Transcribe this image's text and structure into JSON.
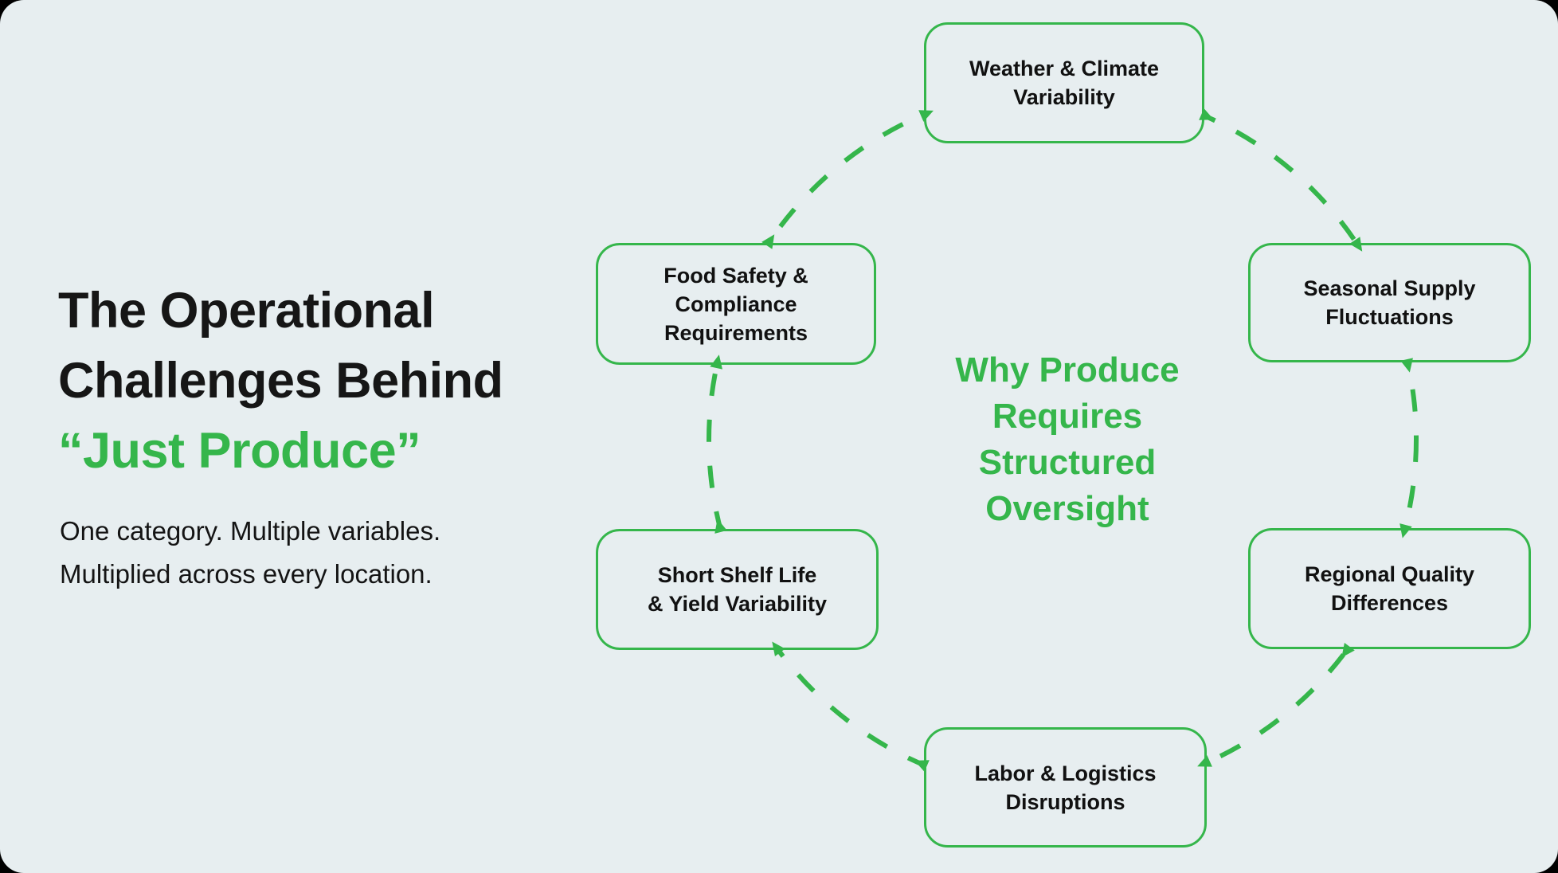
{
  "colors": {
    "background": "#e7eef0",
    "accent_green": "#35b64b",
    "title_black": "#161616",
    "box_text": "#111111"
  },
  "left_panel": {
    "title_lines": [
      "The Operational",
      "Challenges Behind",
      "“Just Produce”"
    ],
    "subtitle_lines": [
      "One category. Multiple variables.",
      "Multiplied across every location."
    ]
  },
  "diagram": {
    "center_title_lines": [
      "Why Produce",
      "Requires",
      "Structured",
      "Oversight"
    ],
    "nodes": [
      {
        "id": "weather-climate",
        "lines": [
          "Weather & Climate",
          "Variability"
        ]
      },
      {
        "id": "seasonal-supply",
        "lines": [
          "Seasonal Supply",
          "Fluctuations"
        ]
      },
      {
        "id": "regional-quality",
        "lines": [
          "Regional Quality",
          "Differences"
        ]
      },
      {
        "id": "labor-logistics",
        "lines": [
          "Labor & Logistics",
          "Disruptions"
        ]
      },
      {
        "id": "short-shelf-life",
        "lines": [
          "Short Shelf Life",
          "& Yield Variability"
        ]
      },
      {
        "id": "food-safety",
        "lines": [
          "Food Safety &",
          "Compliance",
          "Requirements"
        ]
      }
    ]
  }
}
